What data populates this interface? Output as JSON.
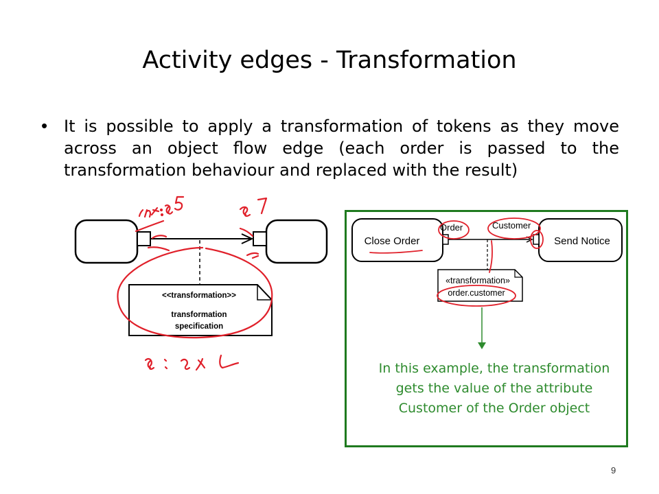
{
  "slide": {
    "title": "Activity edges - Transformation",
    "bullet": "It is possible to apply a transformation of tokens as they move across an object flow edge (each order is passed to the transformation behaviour and replaced with the result)",
    "page_number": "9"
  },
  "left_diagram": {
    "stereotype": "<<transformation>>",
    "spec_line1": "transformation",
    "spec_line2": "specification"
  },
  "right_diagram": {
    "action_left": "Close Order",
    "action_right": "Send Notice",
    "pin_left_label": "Order",
    "pin_right_label": "Customer",
    "note_line1": "«transformation»",
    "note_line2": "order.customer"
  },
  "example": {
    "caption": "In this example, the transformation gets the value of the attribute Customer of the Order object"
  },
  "colors": {
    "annotation_red": "#e0202a",
    "panel_border": "#1f7a1f",
    "caption_green": "#2e8b2e"
  }
}
